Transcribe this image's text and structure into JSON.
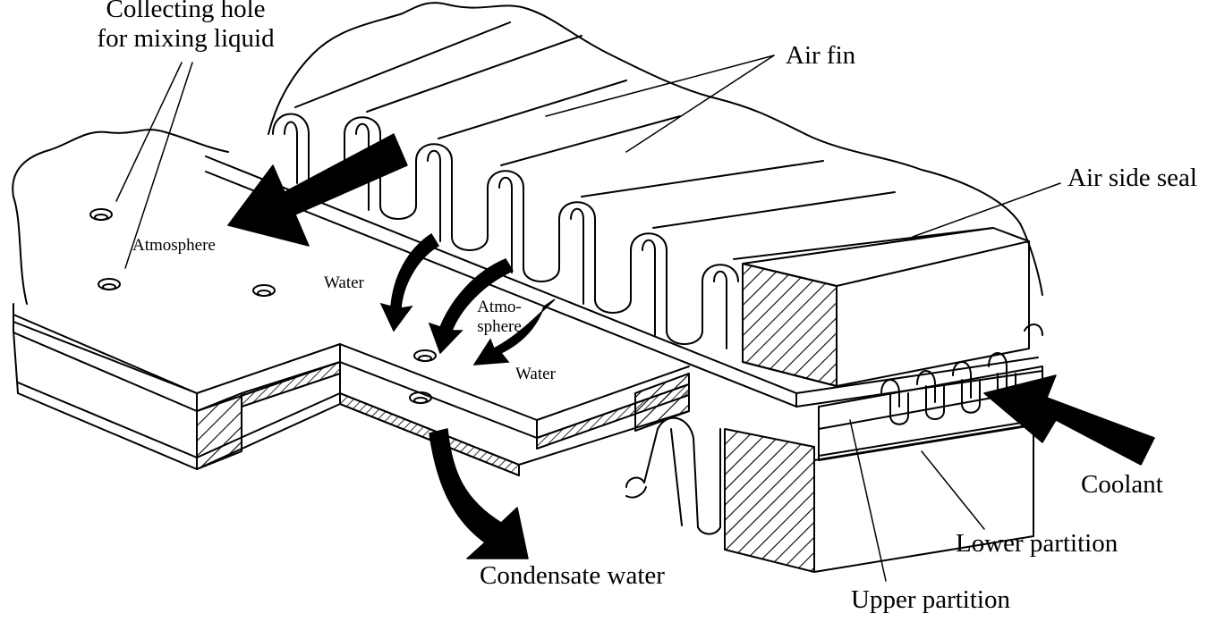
{
  "labels": {
    "collecting_hole_line1": "Collecting hole",
    "collecting_hole_line2": "for mixing liquid",
    "air_fin": "Air fin",
    "air_side_seal": "Air side seal",
    "atmosphere_left": "Atmosphere",
    "water_left": "Water",
    "atmosphere_mid_line1": "Atmo-",
    "atmosphere_mid_line2": "sphere",
    "water_right": "Water",
    "coolant": "Coolant",
    "lower_partition": "Lower partition",
    "condensate_water": "Condensate water",
    "upper_partition": "Upper partition"
  },
  "colors": {
    "ink": "#000000",
    "paper": "#ffffff"
  }
}
